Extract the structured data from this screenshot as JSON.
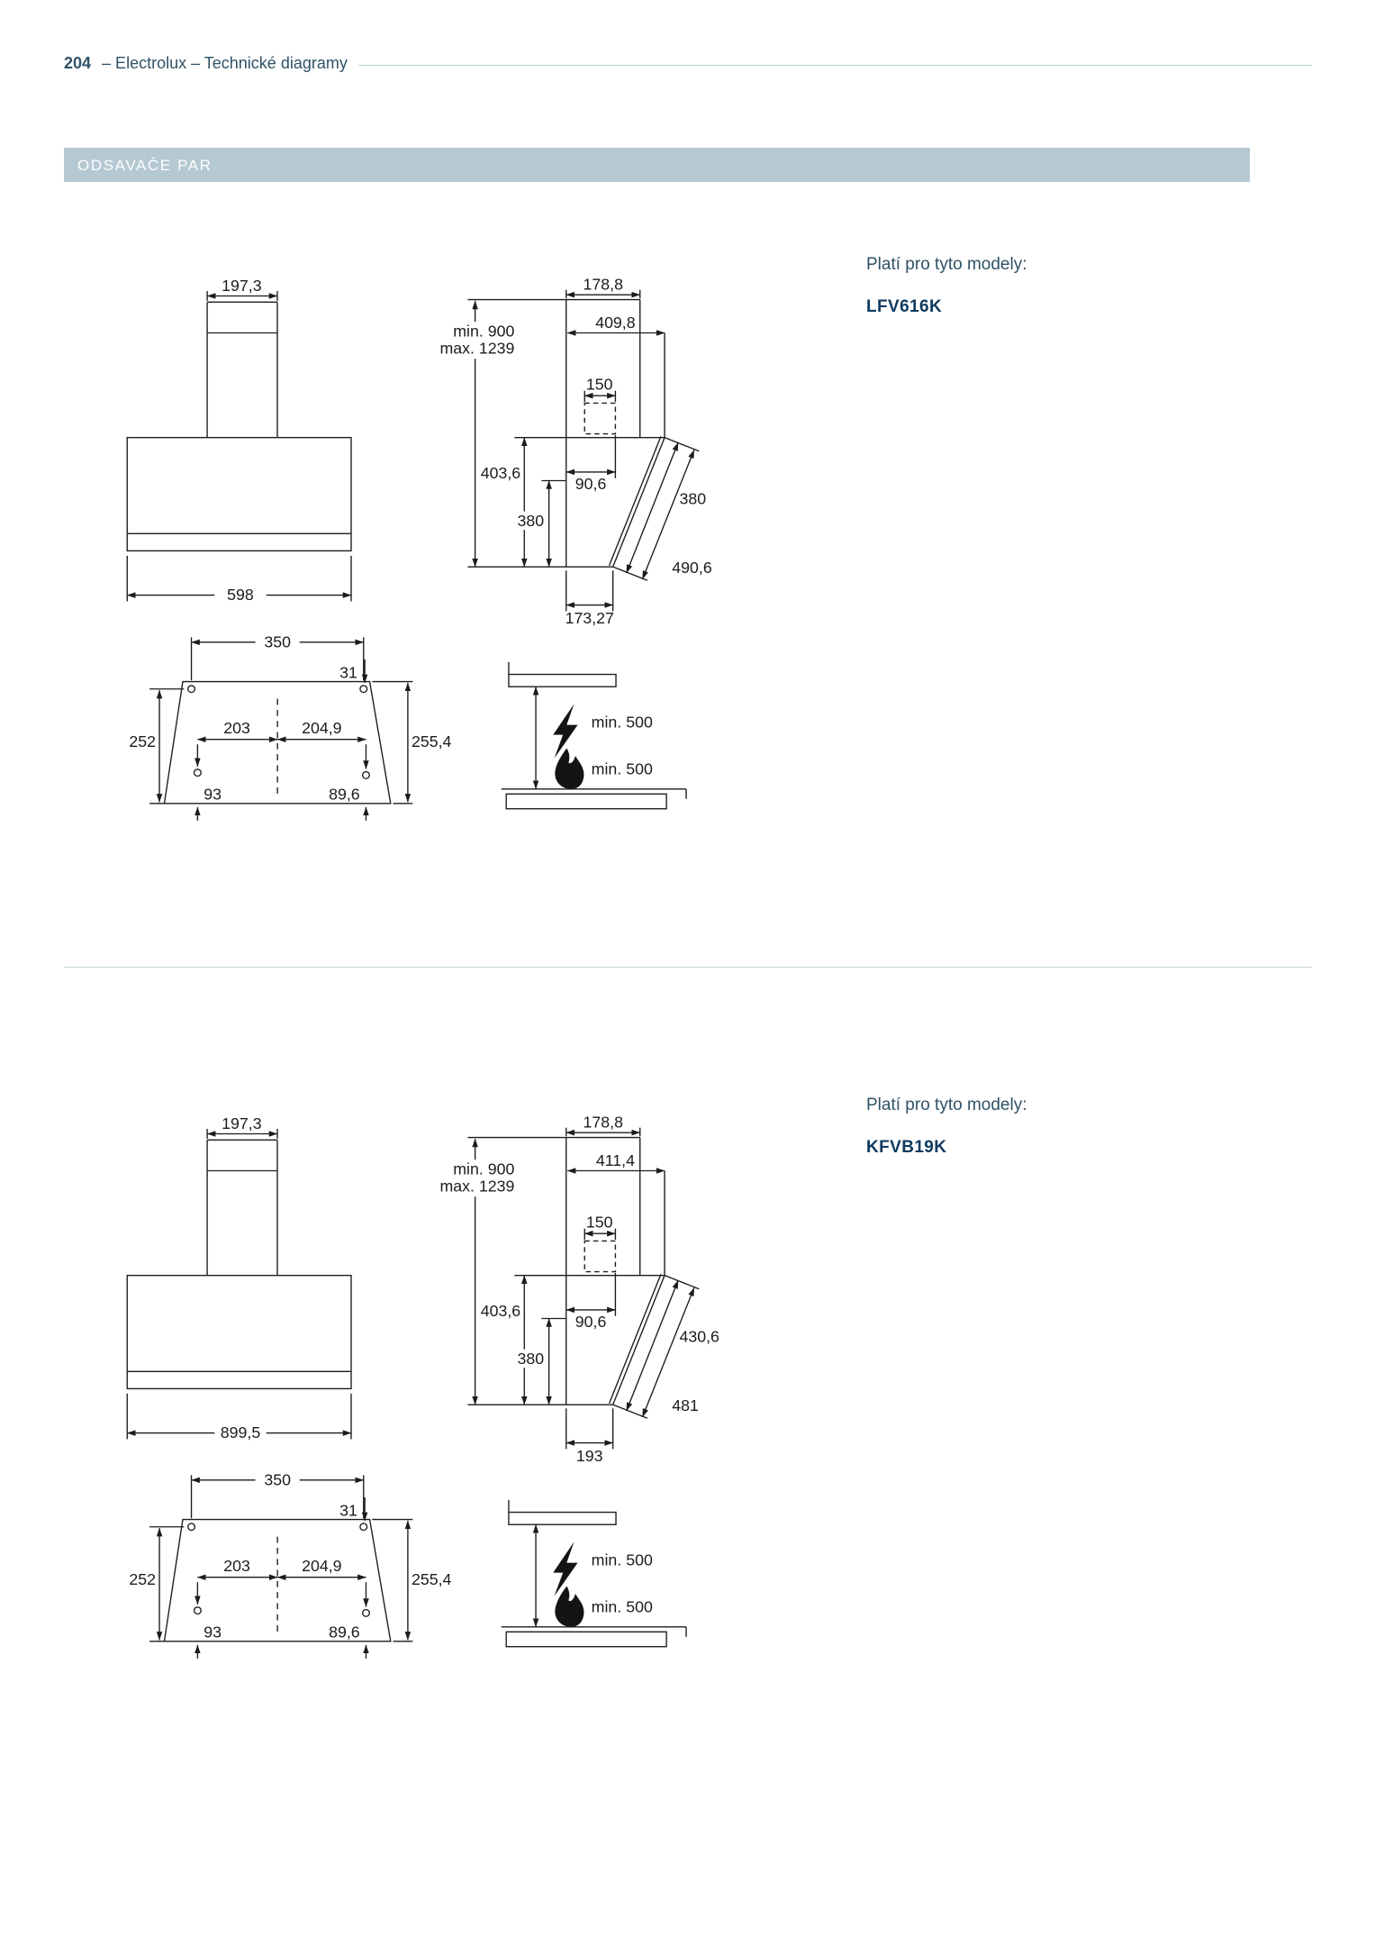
{
  "page": {
    "number": "204",
    "title": "– Electrolux – Technické diagramy",
    "banner": "ODSAVAČE PAR"
  },
  "sections": [
    {
      "applies_label": "Platí pro tyto modely:",
      "model": "LFV616K",
      "front": {
        "top_width": "197,3",
        "bottom_width": "598"
      },
      "side": {
        "top_depth": "178,8",
        "height_min": "min. 900",
        "height_max": "max. 1239",
        "top_offset": "409,8",
        "duct_width": "150",
        "duct_offset": "90,6",
        "body_height": "403,6",
        "inner_height": "380",
        "slant_upper": "380",
        "slant_lower": "490,6",
        "bottom_depth": "173,27"
      },
      "bottom": {
        "hole_span": "350",
        "edge_offset": "31",
        "left_height": "252",
        "left_to_center": "203",
        "center_to_right": "204,9",
        "right_height": "255,4",
        "bottom_left": "93",
        "bottom_right": "89,6"
      },
      "clearance": {
        "electric": "min. 500",
        "gas": "min. 500"
      }
    },
    {
      "applies_label": "Platí pro tyto modely:",
      "model": "KFVB19K",
      "front": {
        "top_width": "197,3",
        "bottom_width": "899,5"
      },
      "side": {
        "top_depth": "178,8",
        "height_min": "min. 900",
        "height_max": "max. 1239",
        "top_offset": "411,4",
        "duct_width": "150",
        "duct_offset": "90,6",
        "body_height": "403,6",
        "inner_height": "380",
        "slant_upper": "430,6",
        "slant_lower": "481",
        "bottom_depth": "193"
      },
      "bottom": {
        "hole_span": "350",
        "edge_offset": "31",
        "left_height": "252",
        "left_to_center": "203",
        "center_to_right": "204,9",
        "right_height": "255,4",
        "bottom_left": "93",
        "bottom_right": "89,6"
      },
      "clearance": {
        "electric": "min. 500",
        "gas": "min. 500"
      }
    }
  ]
}
